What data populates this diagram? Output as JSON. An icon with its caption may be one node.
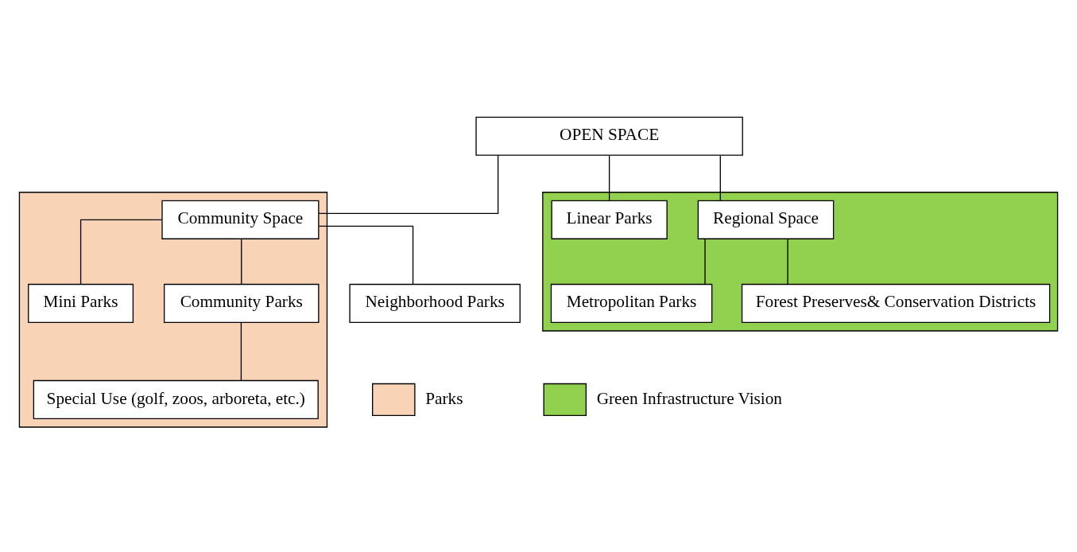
{
  "diagram": {
    "nodes": [
      {
        "text": [
          "OPEN SPACE"
        ]
      },
      {
        "text": [],
        "shape": "box"
      },
      {
        "text": [
          "Community Space"
        ],
        "in": 1
      },
      {
        "text": [],
        "shape": "box"
      },
      {
        "text": [
          "Regional Space"
        ],
        "in": 3
      },
      {
        "text": [
          "Linear Parks"
        ],
        "in": 3
      },
      {
        "text": [
          "Mini Parks"
        ],
        "in": 1
      },
      {
        "text": [
          "Community Parks"
        ],
        "in": 1
      },
      {
        "text": [
          "Neighborhood Parks"
        ]
      },
      {
        "text": [
          "Special Use (golf, zoos, arboreta, etc.)"
        ],
        "in": 1
      },
      {
        "text": [
          "Metropolitan Parks"
        ],
        "in": 3
      },
      {
        "text": [
          "Forest Preserves& Conservation Districts"
        ],
        "in": 3
      }
    ],
    "edges": [
      {
        "from": 0,
        "to": 2,
        "arrow": "none"
      },
      {
        "from": 0,
        "to": 4,
        "arrow": "none"
      },
      {
        "from": 0,
        "to": 5,
        "arrow": "none"
      },
      {
        "from": 2,
        "to": 6,
        "arrow": "none"
      },
      {
        "from": 2,
        "to": 7,
        "arrow": "none"
      },
      {
        "from": 2,
        "to": 8,
        "arrow": "none"
      },
      {
        "from": 7,
        "to": 9,
        "arrow": "none"
      },
      {
        "from": 4,
        "to": 10,
        "arrow": "none"
      },
      {
        "from": 4,
        "to": 11,
        "arrow": "none"
      }
    ],
    "legend": [
      {
        "text": "Parks",
        "color": "#f8d3b5"
      },
      {
        "text": "Green Infrastructure Vision",
        "color": "#92d050"
      }
    ]
  }
}
